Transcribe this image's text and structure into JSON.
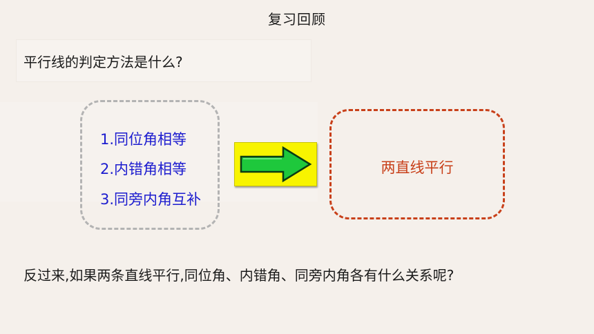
{
  "slide": {
    "title": "复习回顾",
    "question": "平行线的判定方法是什么?",
    "conditions": [
      "1.同位角相等",
      "2.内错角相等",
      "3.同旁内角互补"
    ],
    "arrow_icon": "right-arrow-icon",
    "result": "两直线平行",
    "bottom_question": "反过来,如果两条直线平行,同位角、内错角、同旁内角各有什么关系呢?"
  },
  "colors": {
    "background": "#f5f0eb",
    "condition_text": "#1c1ccf",
    "result_text": "#c8401a",
    "conditions_border": "#b3b3b3",
    "result_border": "#c8401a",
    "arrow_bg": "#f8f400",
    "arrow_fill": "#1ec83c"
  }
}
